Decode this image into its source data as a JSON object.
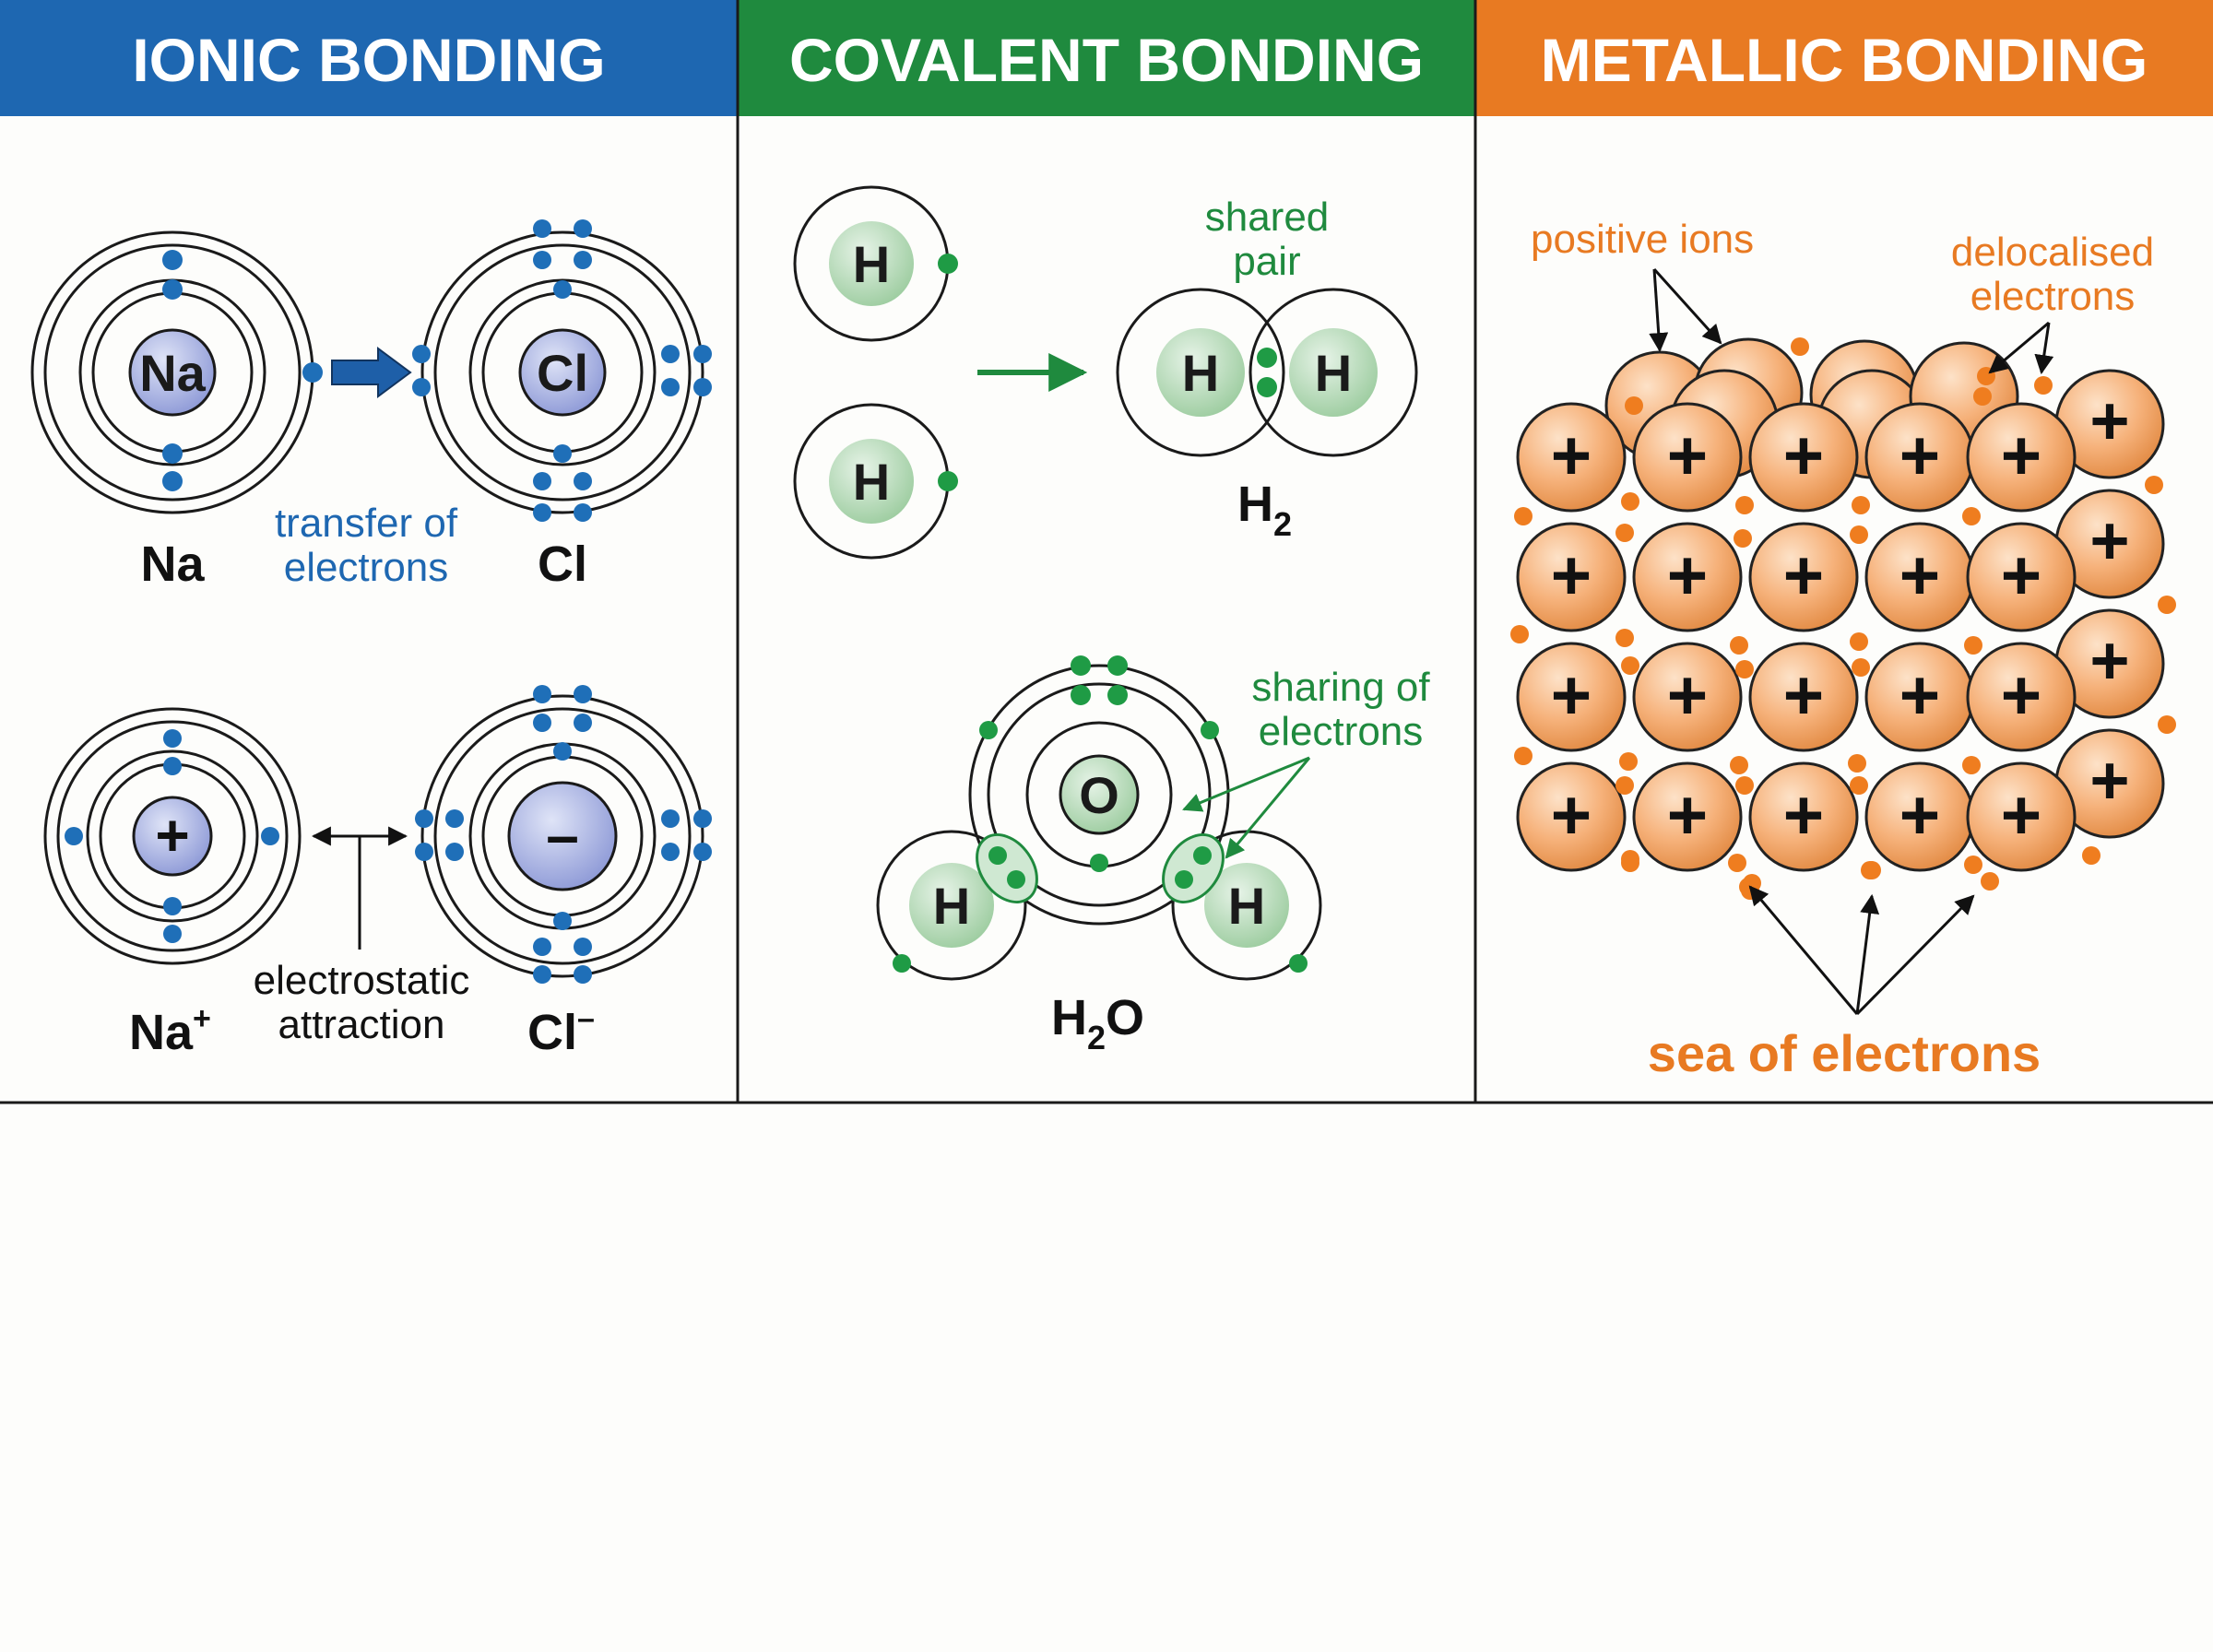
{
  "colors": {
    "ionic": "#1e67b1",
    "covalent": "#1f8a3e",
    "metallic": "#e87a22",
    "electron_blue": "#1f6fb8",
    "electron_green": "#1f9b45",
    "electron_orange": "#ef7d1f"
  },
  "panels": {
    "ionic": {
      "header": "IONIC BONDING",
      "na_symbol": "Na",
      "cl_symbol": "Cl",
      "na_label": "Na",
      "cl_label": "Cl",
      "transfer_line1": "transfer of",
      "transfer_line2": "electrons",
      "cation_symbol": "+",
      "anion_symbol": "–",
      "cation_label": "Na",
      "cation_charge": "+",
      "anion_label": "Cl",
      "anion_charge": "–",
      "attraction_line1": "electrostatic",
      "attraction_line2": "attraction"
    },
    "covalent": {
      "header": "COVALENT BONDING",
      "h_symbol": "H",
      "shared_line1": "shared",
      "shared_line2": "pair",
      "h2_main": "H",
      "h2_sub": "2",
      "o_symbol": "O",
      "sharing_line1": "sharing of",
      "sharing_line2": "electrons",
      "h2o_h": "H",
      "h2o_sub": "2",
      "h2o_o": "O"
    },
    "metallic": {
      "header": "METALLIC BONDING",
      "ion_symbol": "+",
      "positive_ions": "positive ions",
      "delocalised_line1": "delocalised",
      "delocalised_line2": "electrons",
      "sea_label": "sea of electrons"
    }
  }
}
